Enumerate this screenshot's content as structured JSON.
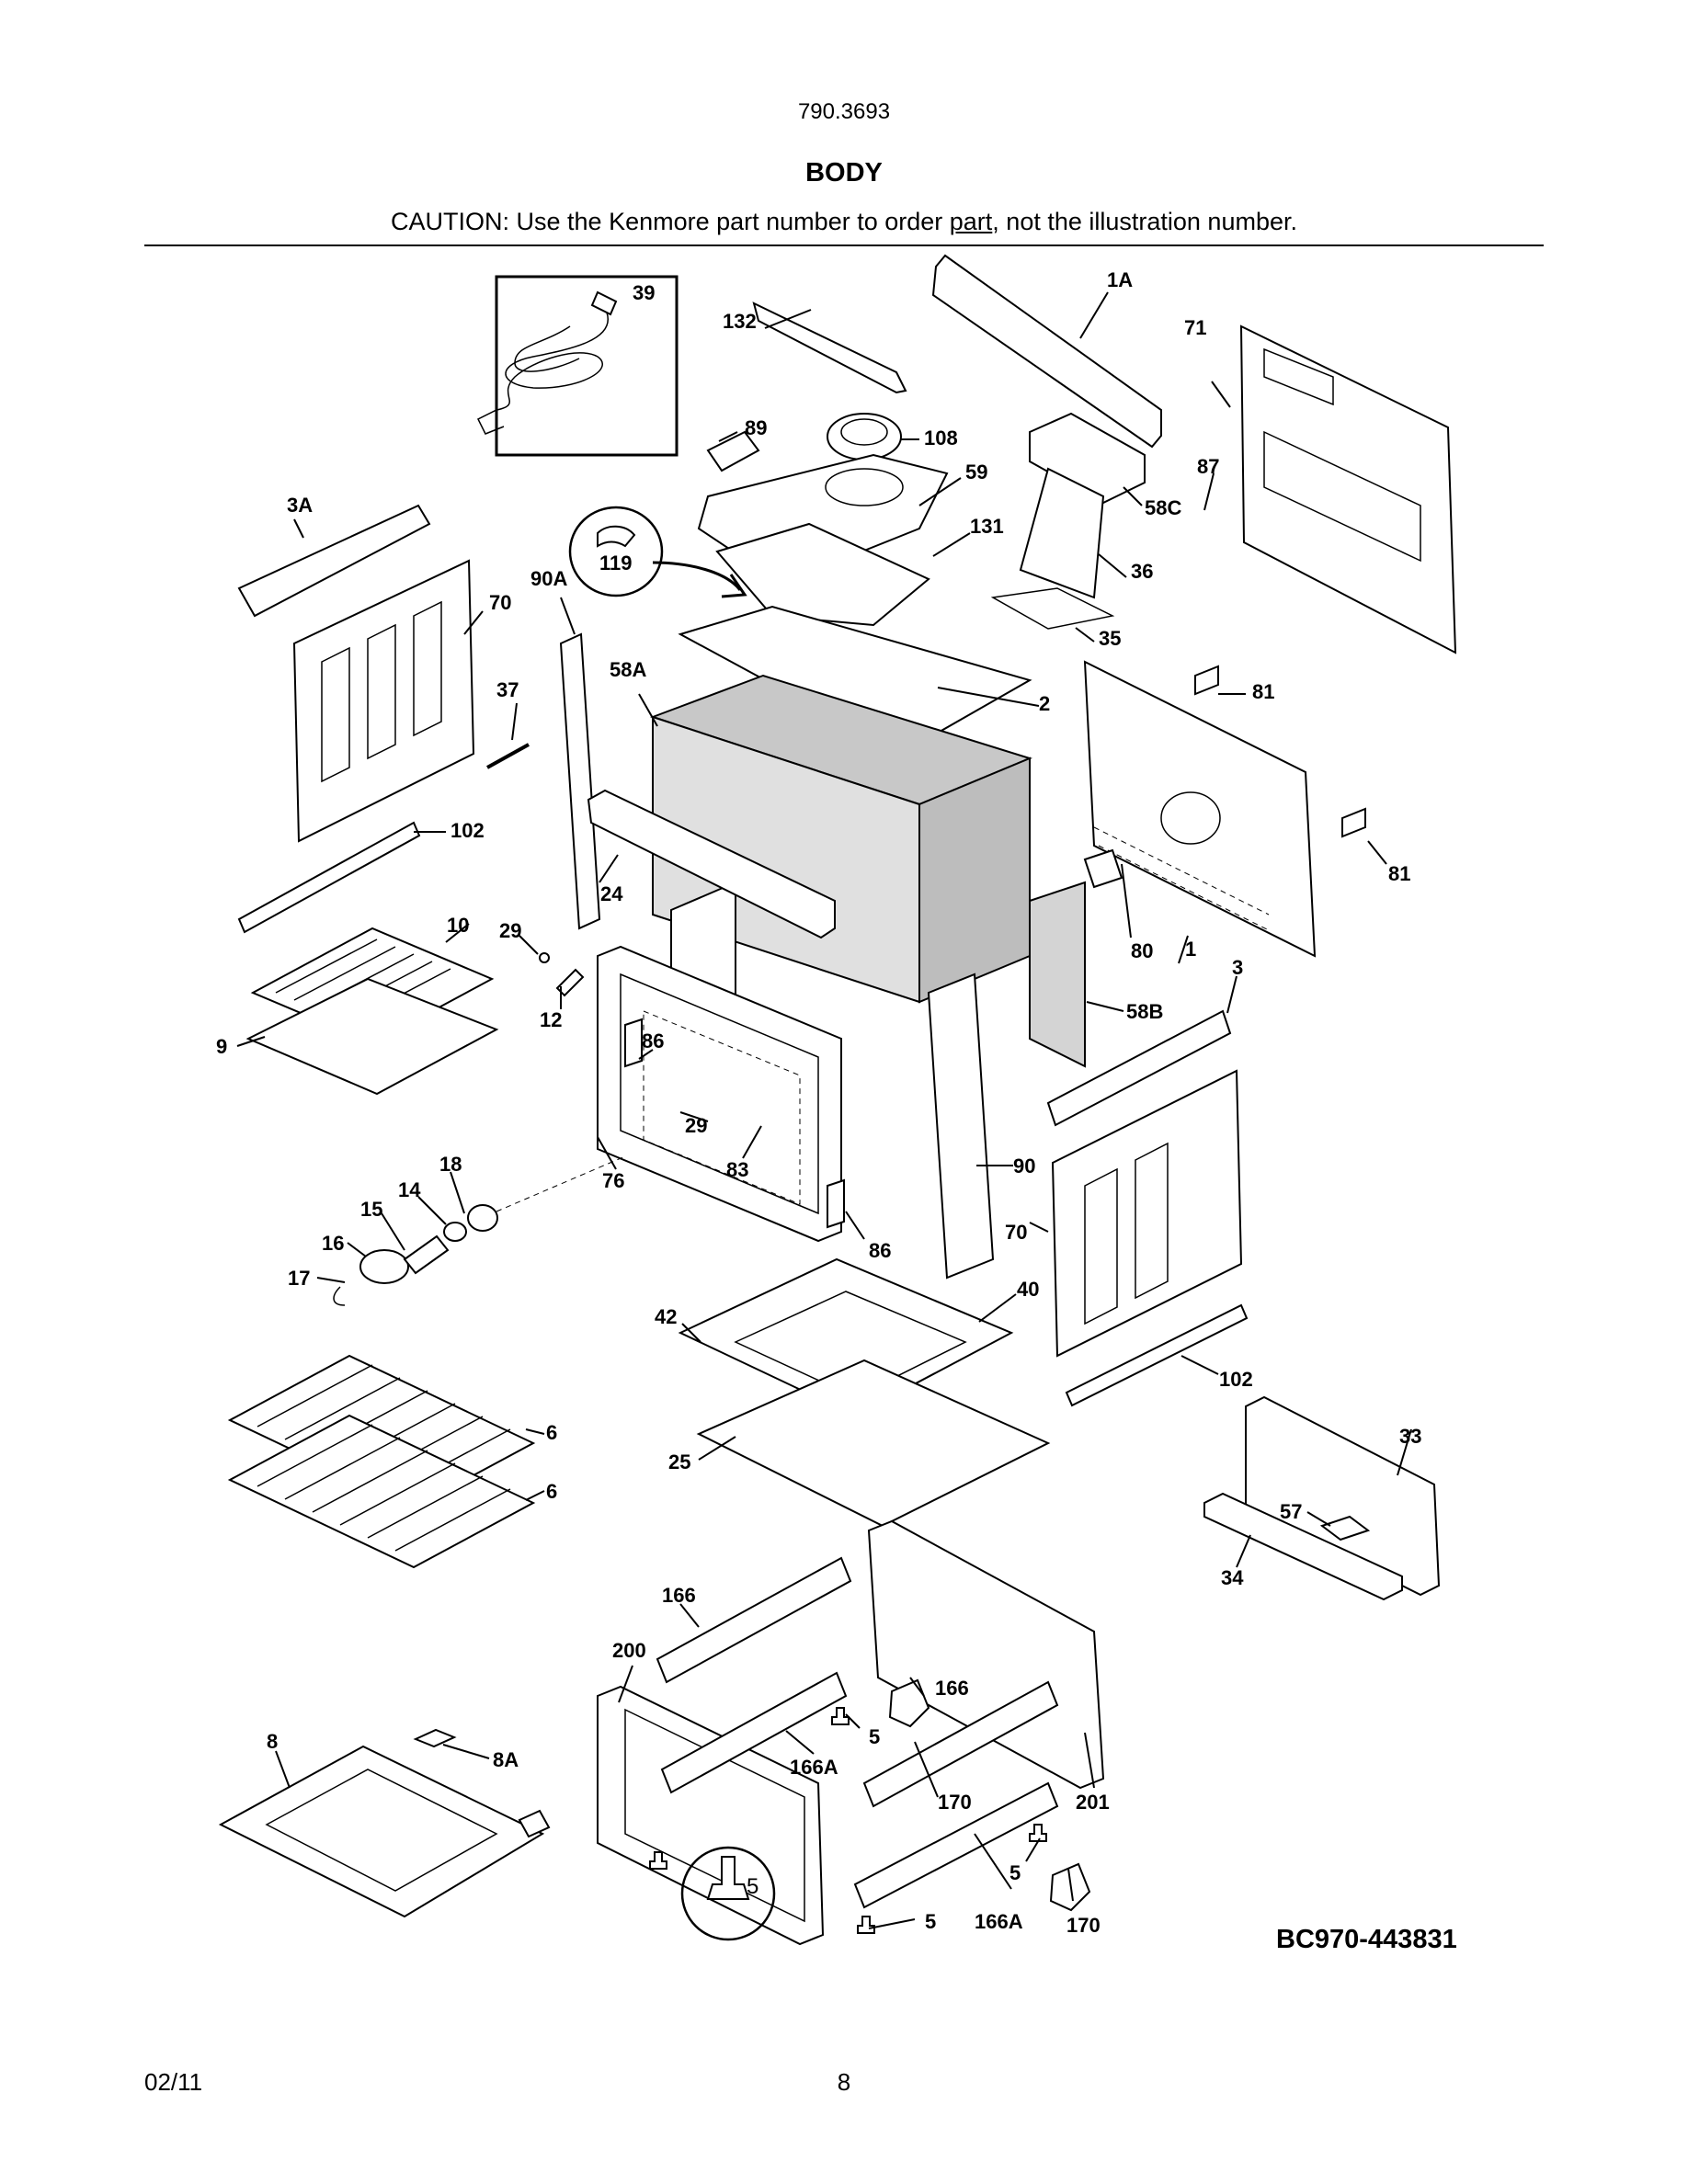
{
  "header": {
    "model": "790.3693",
    "title": "BODY",
    "caution_before": "CAUTION: Use the Kenmore part number to order ",
    "caution_link": "part",
    "caution_after": ", not the illustration number."
  },
  "callouts": {
    "c39": "39",
    "c132": "132",
    "c1A": "1A",
    "c71": "71",
    "c89": "89",
    "c108": "108",
    "c59": "59",
    "c87": "87",
    "c58C": "58C",
    "c131": "131",
    "c3A": "3A",
    "c119": "119",
    "c90A": "90A",
    "c36": "36",
    "c70a": "70",
    "c35": "35",
    "c58A": "58A",
    "c37": "37",
    "c2": "2",
    "c81a": "81",
    "c102a": "102",
    "c24": "24",
    "c81b": "81",
    "c10": "10",
    "c29a": "29",
    "c80": "80",
    "c1": "1",
    "c3": "3",
    "c12": "12",
    "c58B": "58B",
    "c86a": "86",
    "c9": "9",
    "c29b": "29",
    "c18": "18",
    "c83": "83",
    "c90": "90",
    "c76": "76",
    "c14": "14",
    "c15": "15",
    "c70b": "70",
    "c86b": "86",
    "c16": "16",
    "c17": "17",
    "c40": "40",
    "c42": "42",
    "c102b": "102",
    "c6a": "6",
    "c25": "25",
    "c33": "33",
    "c6b": "6",
    "c57": "57",
    "c34": "34",
    "c166a": "166",
    "c200": "200",
    "c166b": "166",
    "c5a": "5",
    "c8": "8",
    "c8A": "8A",
    "c166Aa": "166A",
    "c170a": "170",
    "c201": "201",
    "c5b": "5",
    "c5c": "5",
    "c5d": "5",
    "c166Ab": "166A",
    "c170b": "170"
  },
  "footer": {
    "diagram_code": "BC970-443831",
    "date": "02/11",
    "page_number": "8"
  }
}
